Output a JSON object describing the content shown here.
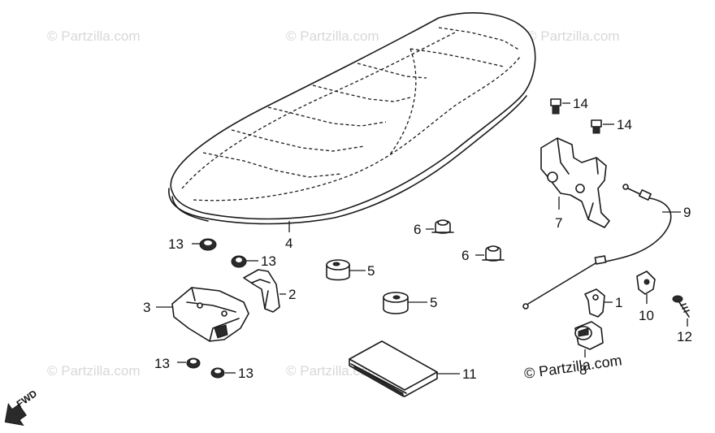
{
  "watermark_text": "© Partzilla.com",
  "copyright_text": "© Partzilla.com",
  "fwd_label": "FWD",
  "callouts": {
    "seat": "4",
    "seat_hook": "2",
    "seat_latch": "3",
    "nut_13_a": "13",
    "nut_13_b": "13",
    "nut_13_c": "13",
    "nut_13_d": "13",
    "cushion_5_a": "5",
    "cushion_5_b": "5",
    "cushion_6_a": "6",
    "cushion_6_b": "6",
    "bracket": "7",
    "lock_cable": "9",
    "bolt_14_a": "14",
    "bolt_14_b": "14",
    "lock_spring": "1",
    "lock_holder": "10",
    "screw": "12",
    "seat_lock": "8",
    "manual_bag": "11"
  }
}
